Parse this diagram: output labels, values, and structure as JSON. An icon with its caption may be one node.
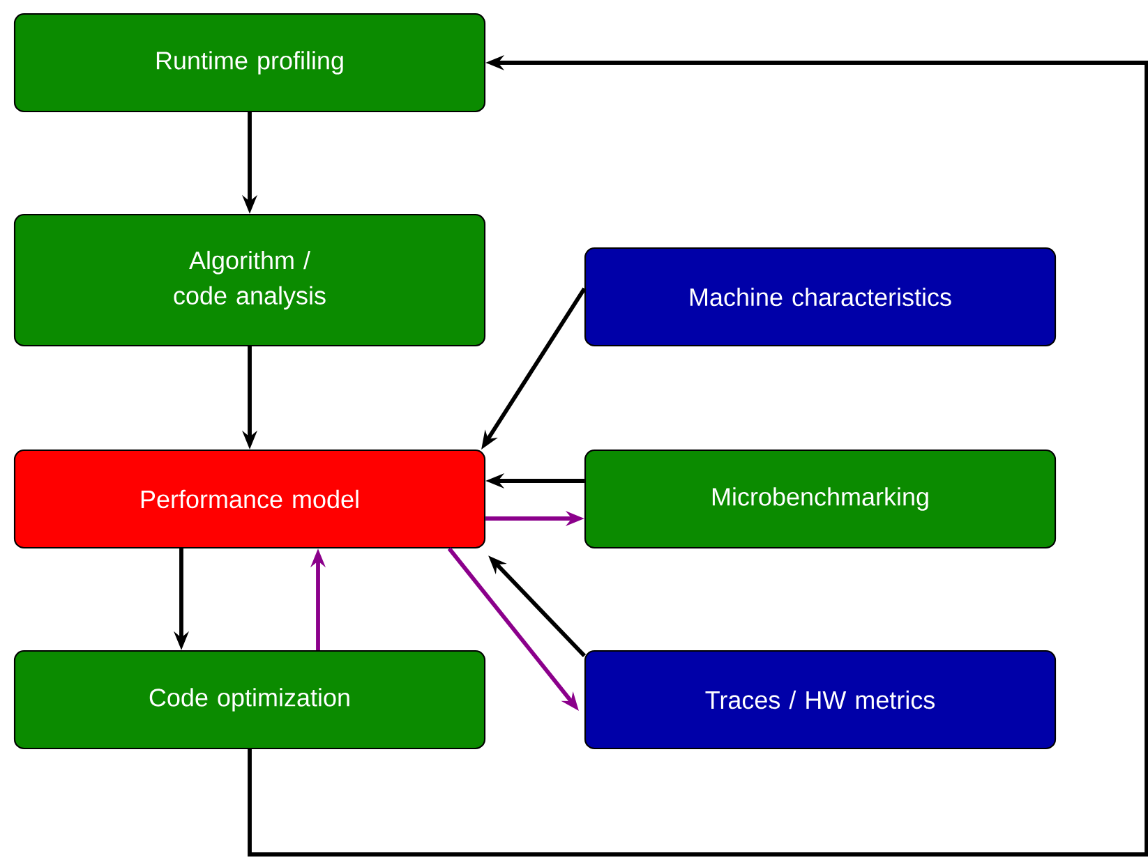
{
  "diagram": {
    "nodes": [
      {
        "text": [
          "Runtime profiling"
        ]
      },
      {
        "text": [
          "Algorithm / code analysis"
        ]
      },
      {
        "text": [
          "Performance model"
        ]
      },
      {
        "text": [
          "Code optimization"
        ]
      },
      {
        "text": [
          "Machine characteristics"
        ]
      },
      {
        "text": [
          "Microbenchmarking"
        ]
      },
      {
        "text": [
          "Traces / HW metrics"
        ]
      }
    ],
    "edges": [
      {
        "from": 0,
        "to": 1,
        "arrow": "to"
      },
      {
        "from": 1,
        "to": 2,
        "arrow": "to"
      },
      {
        "from": 2,
        "to": 3,
        "arrow": "to"
      },
      {
        "from": 3,
        "to": 2,
        "arrow": "to",
        "color": "#8b008b"
      },
      {
        "from": 4,
        "to": 2,
        "arrow": "to"
      },
      {
        "from": 5,
        "to": 2,
        "arrow": "to"
      },
      {
        "from": 2,
        "to": 5,
        "arrow": "to",
        "color": "#8b008b"
      },
      {
        "from": 6,
        "to": 2,
        "arrow": "to"
      },
      {
        "from": 2,
        "to": 6,
        "arrow": "to",
        "color": "#8b008b"
      },
      {
        "from": 3,
        "to": 0,
        "arrow": "to"
      }
    ]
  }
}
